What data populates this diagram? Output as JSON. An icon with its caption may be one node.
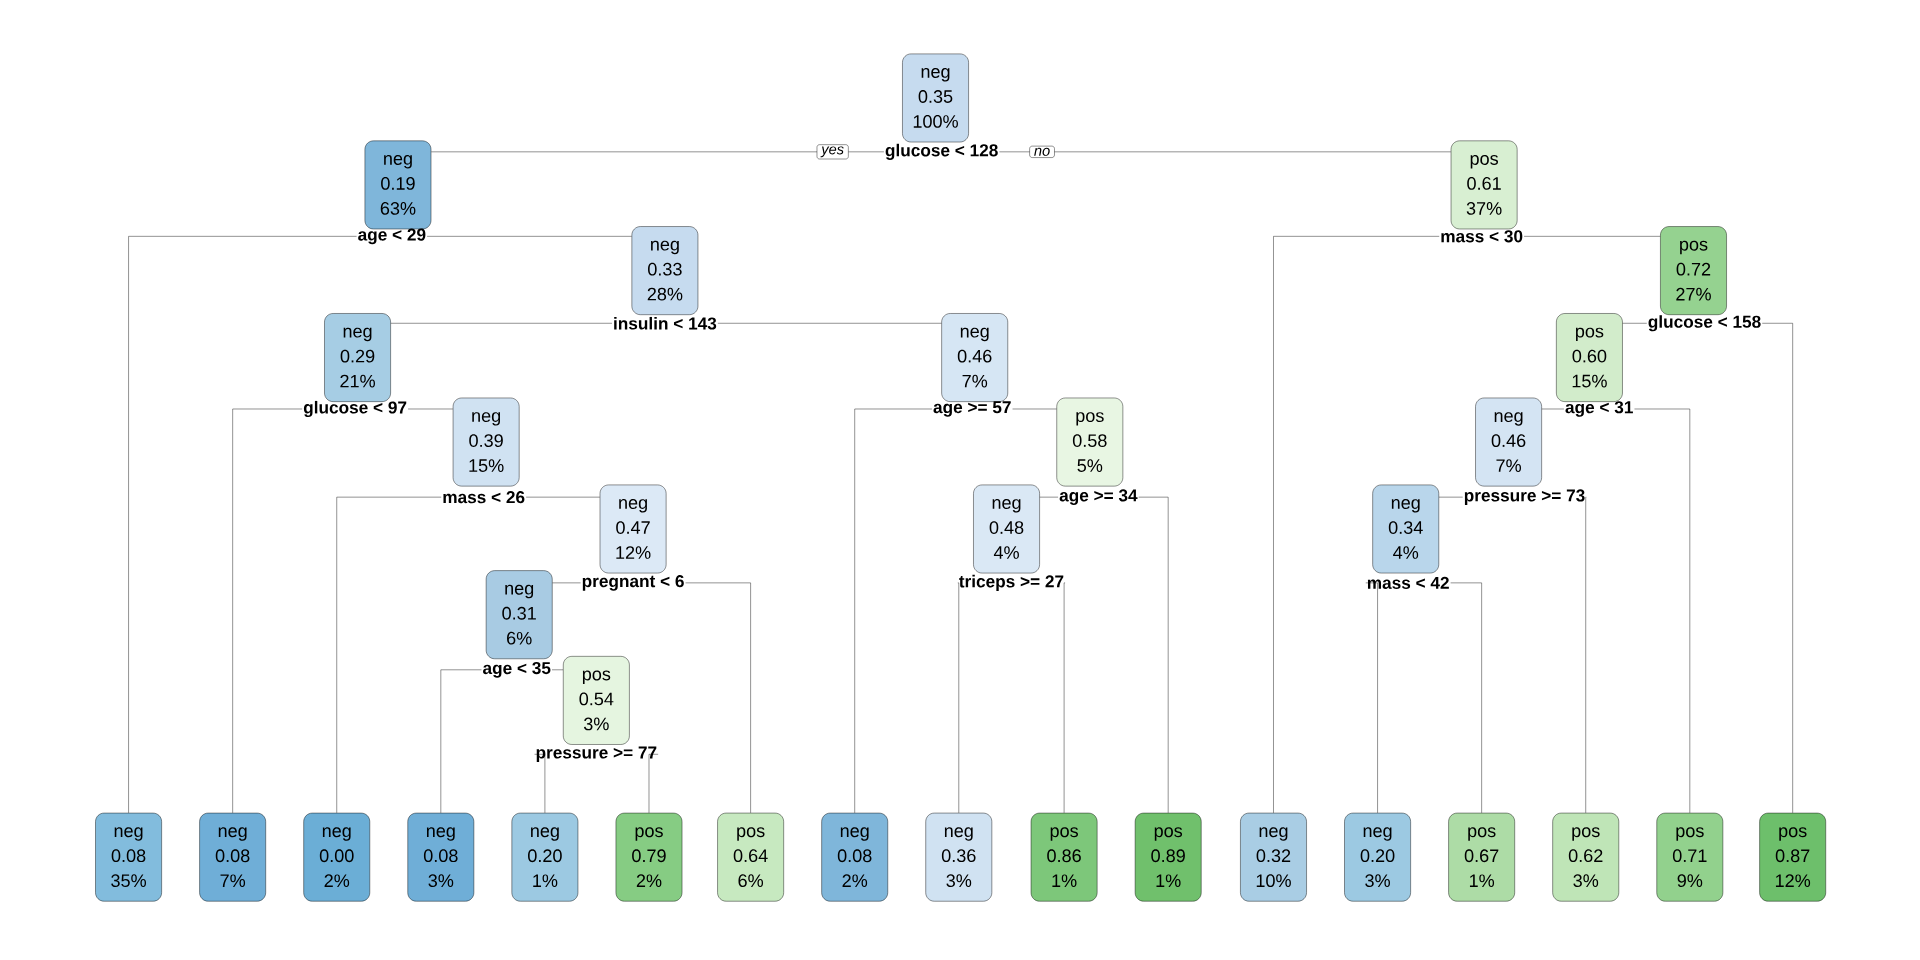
{
  "diagram": {
    "nodes": [
      {
        "text": [
          "neg",
          "0.35",
          "100%"
        ],
        "beside": [
          "glucose < 128"
        ]
      },
      {
        "text": [
          "neg",
          "0.19",
          "63%"
        ],
        "beside": [
          "age < 29"
        ]
      },
      {
        "text": [
          "neg",
          "0.08",
          "35%"
        ]
      },
      {
        "text": [
          "neg",
          "0.33",
          "28%"
        ],
        "beside": [
          "insulin < 143"
        ]
      },
      {
        "text": [
          "neg",
          "0.29",
          "21%"
        ],
        "beside": [
          "glucose < 97"
        ]
      },
      {
        "text": [
          "neg",
          "0.08",
          "7%"
        ]
      },
      {
        "text": [
          "neg",
          "0.39",
          "15%"
        ],
        "beside": [
          "mass < 26"
        ]
      },
      {
        "text": [
          "neg",
          "0.00",
          "2%"
        ]
      },
      {
        "text": [
          "neg",
          "0.47",
          "12%"
        ],
        "beside": [
          "pregnant < 6"
        ]
      },
      {
        "text": [
          "neg",
          "0.31",
          "6%"
        ],
        "beside": [
          "age < 35"
        ]
      },
      {
        "text": [
          "neg",
          "0.08",
          "3%"
        ]
      },
      {
        "text": [
          "pos",
          "0.54",
          "3%"
        ],
        "beside": [
          "pressure >= 77"
        ]
      },
      {
        "text": [
          "neg",
          "0.20",
          "1%"
        ]
      },
      {
        "text": [
          "pos",
          "0.79",
          "2%"
        ]
      },
      {
        "text": [
          "pos",
          "0.64",
          "6%"
        ]
      },
      {
        "text": [
          "neg",
          "0.46",
          "7%"
        ],
        "beside": [
          "age >= 57"
        ]
      },
      {
        "text": [
          "neg",
          "0.08",
          "2%"
        ]
      },
      {
        "text": [
          "pos",
          "0.58",
          "5%"
        ],
        "beside": [
          "age >= 34"
        ]
      },
      {
        "text": [
          "neg",
          "0.48",
          "4%"
        ],
        "beside": [
          "triceps >= 27"
        ]
      },
      {
        "text": [
          "neg",
          "0.36",
          "3%"
        ]
      },
      {
        "text": [
          "pos",
          "0.86",
          "1%"
        ]
      },
      {
        "text": [
          "pos",
          "0.89",
          "1%"
        ]
      },
      {
        "text": [
          "pos",
          "0.61",
          "37%"
        ],
        "beside": [
          "mass < 30"
        ]
      },
      {
        "text": [
          "neg",
          "0.32",
          "10%"
        ]
      },
      {
        "text": [
          "pos",
          "0.72",
          "27%"
        ],
        "beside": [
          "glucose < 158"
        ]
      },
      {
        "text": [
          "pos",
          "0.60",
          "15%"
        ],
        "beside": [
          "age < 31"
        ]
      },
      {
        "text": [
          "neg",
          "0.46",
          "7%"
        ],
        "beside": [
          "pressure >= 73"
        ]
      },
      {
        "text": [
          "neg",
          "0.34",
          "4%"
        ],
        "beside": [
          "mass < 42"
        ]
      },
      {
        "text": [
          "neg",
          "0.20",
          "3%"
        ]
      },
      {
        "text": [
          "pos",
          "0.67",
          "1%"
        ]
      },
      {
        "text": [
          "pos",
          "0.62",
          "3%"
        ]
      },
      {
        "text": [
          "pos",
          "0.71",
          "9%"
        ]
      },
      {
        "text": [
          "pos",
          "0.87",
          "12%"
        ]
      }
    ],
    "edges": [
      {
        "from": 0,
        "to": 1,
        "arrow": "none",
        "label": "yes"
      },
      {
        "from": 1,
        "to": 2,
        "arrow": "none"
      },
      {
        "from": 1,
        "to": 3,
        "arrow": "none"
      },
      {
        "from": 3,
        "to": 4,
        "arrow": "none"
      },
      {
        "from": 4,
        "to": 5,
        "arrow": "none"
      },
      {
        "from": 4,
        "to": 6,
        "arrow": "none"
      },
      {
        "from": 6,
        "to": 7,
        "arrow": "none"
      },
      {
        "from": 6,
        "to": 8,
        "arrow": "none"
      },
      {
        "from": 8,
        "to": 9,
        "arrow": "none"
      },
      {
        "from": 9,
        "to": 10,
        "arrow": "none"
      },
      {
        "from": 9,
        "to": 11,
        "arrow": "none"
      },
      {
        "from": 11,
        "to": 12,
        "arrow": "none"
      },
      {
        "from": 11,
        "to": 13,
        "arrow": "none"
      },
      {
        "from": 8,
        "to": 14,
        "arrow": "none"
      },
      {
        "from": 3,
        "to": 15,
        "arrow": "none"
      },
      {
        "from": 15,
        "to": 16,
        "arrow": "none"
      },
      {
        "from": 15,
        "to": 17,
        "arrow": "none"
      },
      {
        "from": 17,
        "to": 18,
        "arrow": "none"
      },
      {
        "from": 18,
        "to": 19,
        "arrow": "none"
      },
      {
        "from": 18,
        "to": 20,
        "arrow": "none"
      },
      {
        "from": 17,
        "to": 21,
        "arrow": "none"
      },
      {
        "from": 0,
        "to": 22,
        "arrow": "none",
        "label": "no"
      },
      {
        "from": 22,
        "to": 23,
        "arrow": "none"
      },
      {
        "from": 22,
        "to": 24,
        "arrow": "none"
      },
      {
        "from": 24,
        "to": 25,
        "arrow": "none"
      },
      {
        "from": 25,
        "to": 26,
        "arrow": "none"
      },
      {
        "from": 26,
        "to": 27,
        "arrow": "none"
      },
      {
        "from": 27,
        "to": 28,
        "arrow": "none"
      },
      {
        "from": 27,
        "to": 29,
        "arrow": "none"
      },
      {
        "from": 26,
        "to": 30,
        "arrow": "none"
      },
      {
        "from": 25,
        "to": 31,
        "arrow": "none"
      },
      {
        "from": 24,
        "to": 32,
        "arrow": "none"
      }
    ]
  }
}
